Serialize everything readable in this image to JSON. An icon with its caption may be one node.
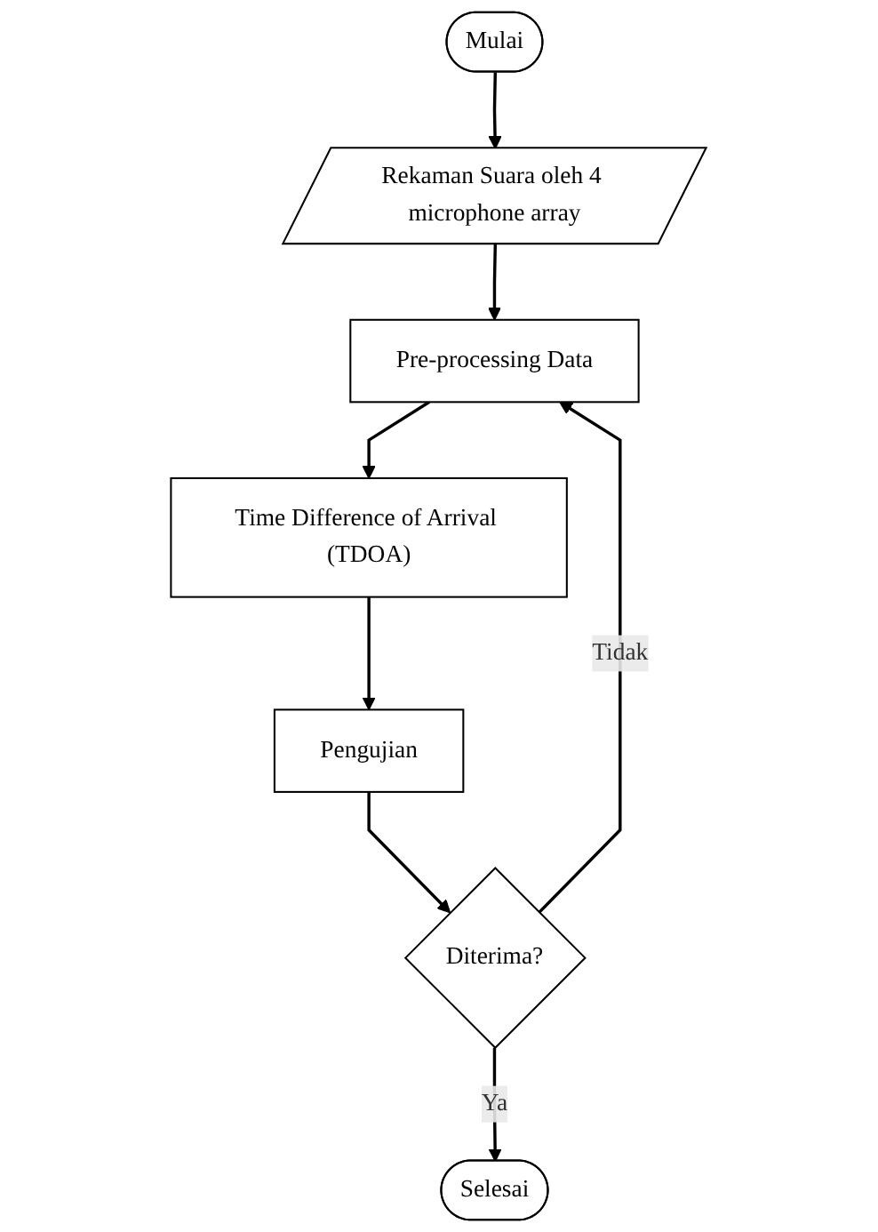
{
  "diagram": {
    "nodes": [
      {
        "text": [
          "Mulai"
        ]
      },
      {
        "text": [
          "Rekaman Suara oleh 4 microphone array"
        ]
      },
      {
        "text": [
          "Pre-processing Data"
        ]
      },
      {
        "text": [
          "Time Difference of Arrival (TDOA)"
        ]
      },
      {
        "text": [
          "Pengujian"
        ]
      },
      {
        "text": [
          "Diterima?"
        ]
      },
      {
        "text": [
          "Selesai"
        ]
      }
    ],
    "edges": [
      {
        "from": 0,
        "to": 1,
        "arrow": "to"
      },
      {
        "from": 1,
        "to": 2,
        "arrow": "to"
      },
      {
        "from": 2,
        "to": 3,
        "arrow": "to"
      },
      {
        "from": 3,
        "to": 4,
        "arrow": "to"
      },
      {
        "from": 4,
        "to": 5,
        "arrow": "to"
      },
      {
        "from": 5,
        "to": 6,
        "arrow": "to",
        "label": "Ya"
      },
      {
        "from": 5,
        "to": 2,
        "arrow": "to",
        "label": "Tidak"
      }
    ]
  }
}
